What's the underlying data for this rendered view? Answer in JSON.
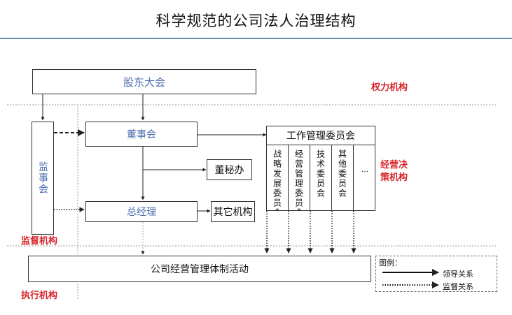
{
  "title": "科学规范的公司法人治理结构",
  "nodes": {
    "shareholders": "股东大会",
    "board": "董事会",
    "supervisory": "监事会",
    "general_manager": "总经理",
    "board_secretary": "董秘办",
    "other_orgs": "其它机构",
    "committee": "工作管理委员会",
    "operations": "公司经营管理体制活动"
  },
  "committees": [
    "战略发展委员会",
    "经营管理委员会",
    "技术委员会",
    "其他委员会",
    "…"
  ],
  "zones": {
    "power": "权力机构",
    "decision": [
      "经营决",
      "策机构"
    ],
    "supervision": "监督机构",
    "execution": "执行机构"
  },
  "legend": {
    "title": "图例：",
    "leadership": "领导关系",
    "supervision": "监督关系"
  },
  "colors": {
    "accent_red": "#d9232a",
    "node_text_blue": "#4a6fae",
    "rule_blue": "#6d8fb6"
  }
}
